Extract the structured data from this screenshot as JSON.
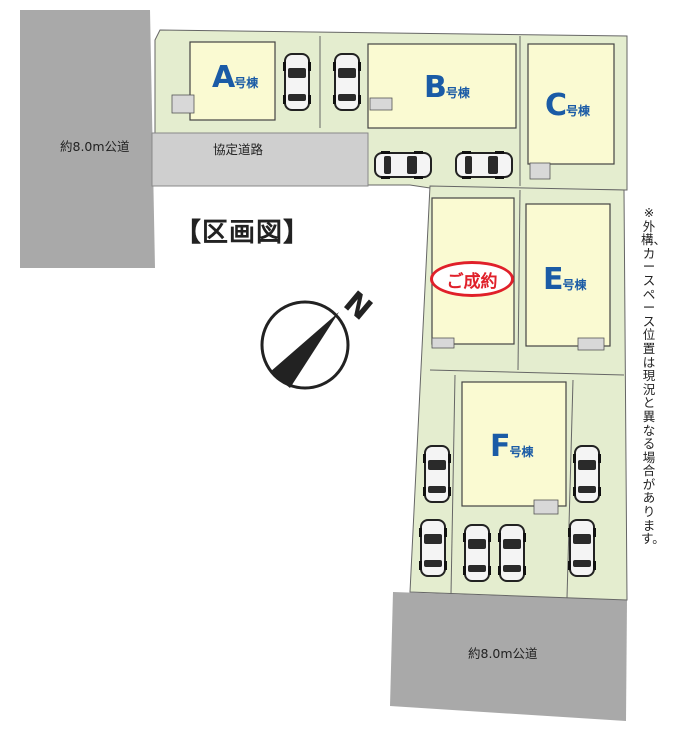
{
  "header": "【区画図】",
  "note": "※外構、カースペース位置は現況と異なる場合があります。",
  "roads": {
    "west": "約8.0m公道",
    "south": "約8.0m公道",
    "private": "協定道路"
  },
  "lots": [
    {
      "letter": "A",
      "suffix": "号棟"
    },
    {
      "letter": "B",
      "suffix": "号棟"
    },
    {
      "letter": "C",
      "suffix": "号棟"
    },
    {
      "letter": "E",
      "suffix": "号棟"
    },
    {
      "letter": "F",
      "suffix": "号棟"
    }
  ],
  "sold_stamp": "ご成約",
  "compass": "N",
  "colors": {
    "site": "#e4edcf",
    "building": "#fafad2",
    "road": "#a9a9a9",
    "private_road": "#cfcfcf",
    "lot_label": "#1a5ba6",
    "sold": "#e0202a"
  }
}
